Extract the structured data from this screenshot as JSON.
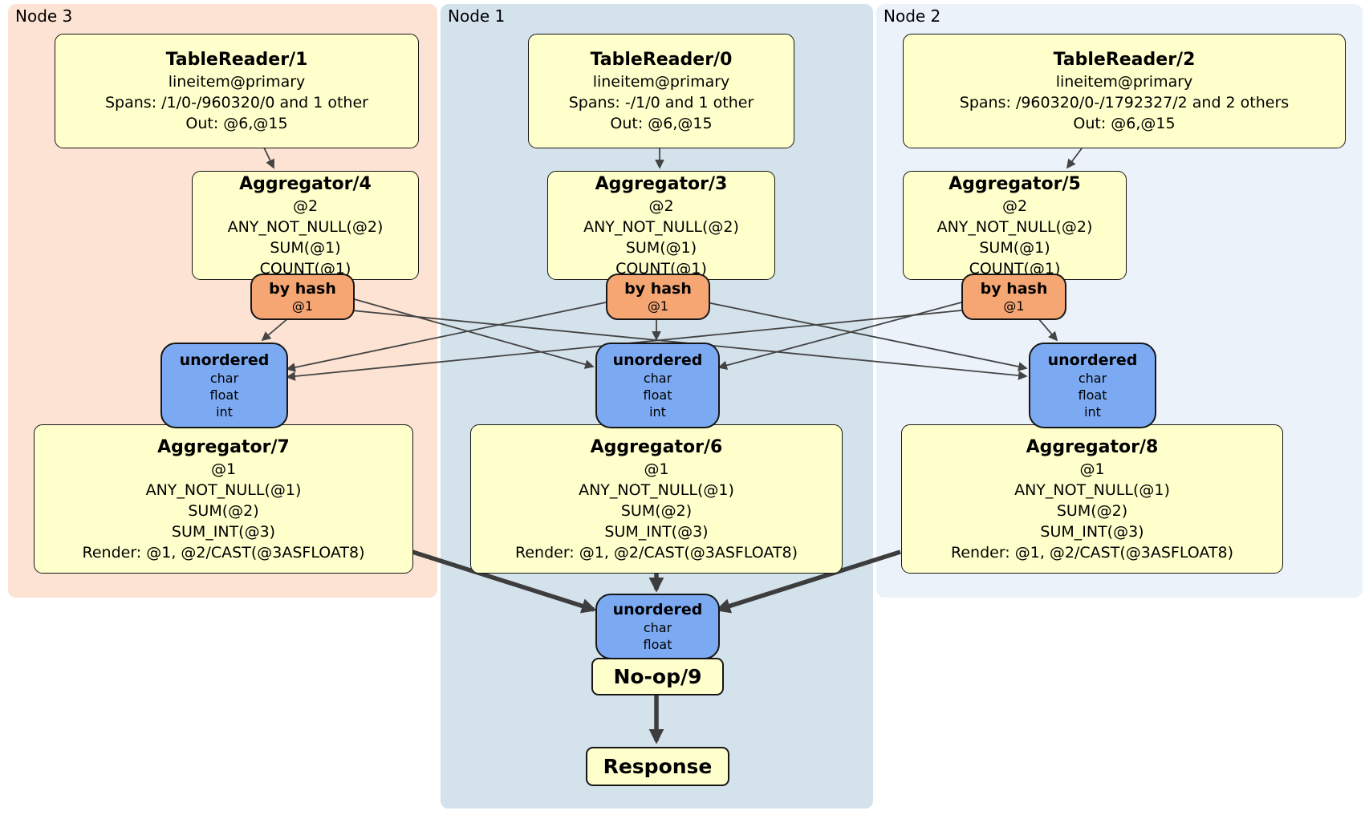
{
  "regions": [
    {
      "label": "Node 3",
      "color": "#fce3d3"
    },
    {
      "label": "Node 1",
      "color": "#d4e2ec"
    },
    {
      "label": "Node 2",
      "color": "#ecf2fa"
    }
  ],
  "processors": {
    "table_readers": [
      {
        "title": "TableReader/1",
        "lines": [
          "lineitem@primary",
          "Spans: /1/0-/960320/0 and 1 other",
          "Out: @6,@15"
        ]
      },
      {
        "title": "TableReader/0",
        "lines": [
          "lineitem@primary",
          "Spans: -/1/0 and 1 other",
          "Out: @6,@15"
        ]
      },
      {
        "title": "TableReader/2",
        "lines": [
          "lineitem@primary",
          "Spans: /960320/0-/1792327/2 and 2 others",
          "Out: @6,@15"
        ]
      }
    ],
    "stage1_aggregators": [
      {
        "title": "Aggregator/4",
        "lines": [
          "@2",
          "ANY_NOT_NULL(@2)",
          "SUM(@1)",
          "COUNT(@1)"
        ]
      },
      {
        "title": "Aggregator/3",
        "lines": [
          "@2",
          "ANY_NOT_NULL(@2)",
          "SUM(@1)",
          "COUNT(@1)"
        ]
      },
      {
        "title": "Aggregator/5",
        "lines": [
          "@2",
          "ANY_NOT_NULL(@2)",
          "SUM(@1)",
          "COUNT(@1)"
        ]
      }
    ],
    "routers": [
      {
        "label": "by hash",
        "detail": "@1"
      },
      {
        "label": "by hash",
        "detail": "@1"
      },
      {
        "label": "by hash",
        "detail": "@1"
      }
    ],
    "synchronizers": [
      {
        "label": "unordered",
        "columns": [
          "char",
          "float",
          "int"
        ]
      },
      {
        "label": "unordered",
        "columns": [
          "char",
          "float",
          "int"
        ]
      },
      {
        "label": "unordered",
        "columns": [
          "char",
          "float",
          "int"
        ]
      }
    ],
    "stage2_aggregators": [
      {
        "title": "Aggregator/7",
        "lines": [
          "@1",
          "ANY_NOT_NULL(@1)",
          "SUM(@2)",
          "SUM_INT(@3)",
          "Render: @1, @2/CAST(@3ASFLOAT8)"
        ]
      },
      {
        "title": "Aggregator/6",
        "lines": [
          "@1",
          "ANY_NOT_NULL(@1)",
          "SUM(@2)",
          "SUM_INT(@3)",
          "Render: @1, @2/CAST(@3ASFLOAT8)"
        ]
      },
      {
        "title": "Aggregator/8",
        "lines": [
          "@1",
          "ANY_NOT_NULL(@1)",
          "SUM(@2)",
          "SUM_INT(@3)",
          "Render: @1, @2/CAST(@3ASFLOAT8)"
        ]
      }
    ],
    "final_synchronizer": {
      "label": "unordered",
      "columns": [
        "char",
        "float"
      ]
    },
    "noop": {
      "title": "No-op/9"
    },
    "response": {
      "title": "Response"
    }
  },
  "colors": {
    "processor_box": "#ffffcc",
    "router": "#f5a673",
    "synchronizer": "#7caaf2",
    "edge_thin": "#444444",
    "edge_thick": "#3d3d3d"
  }
}
